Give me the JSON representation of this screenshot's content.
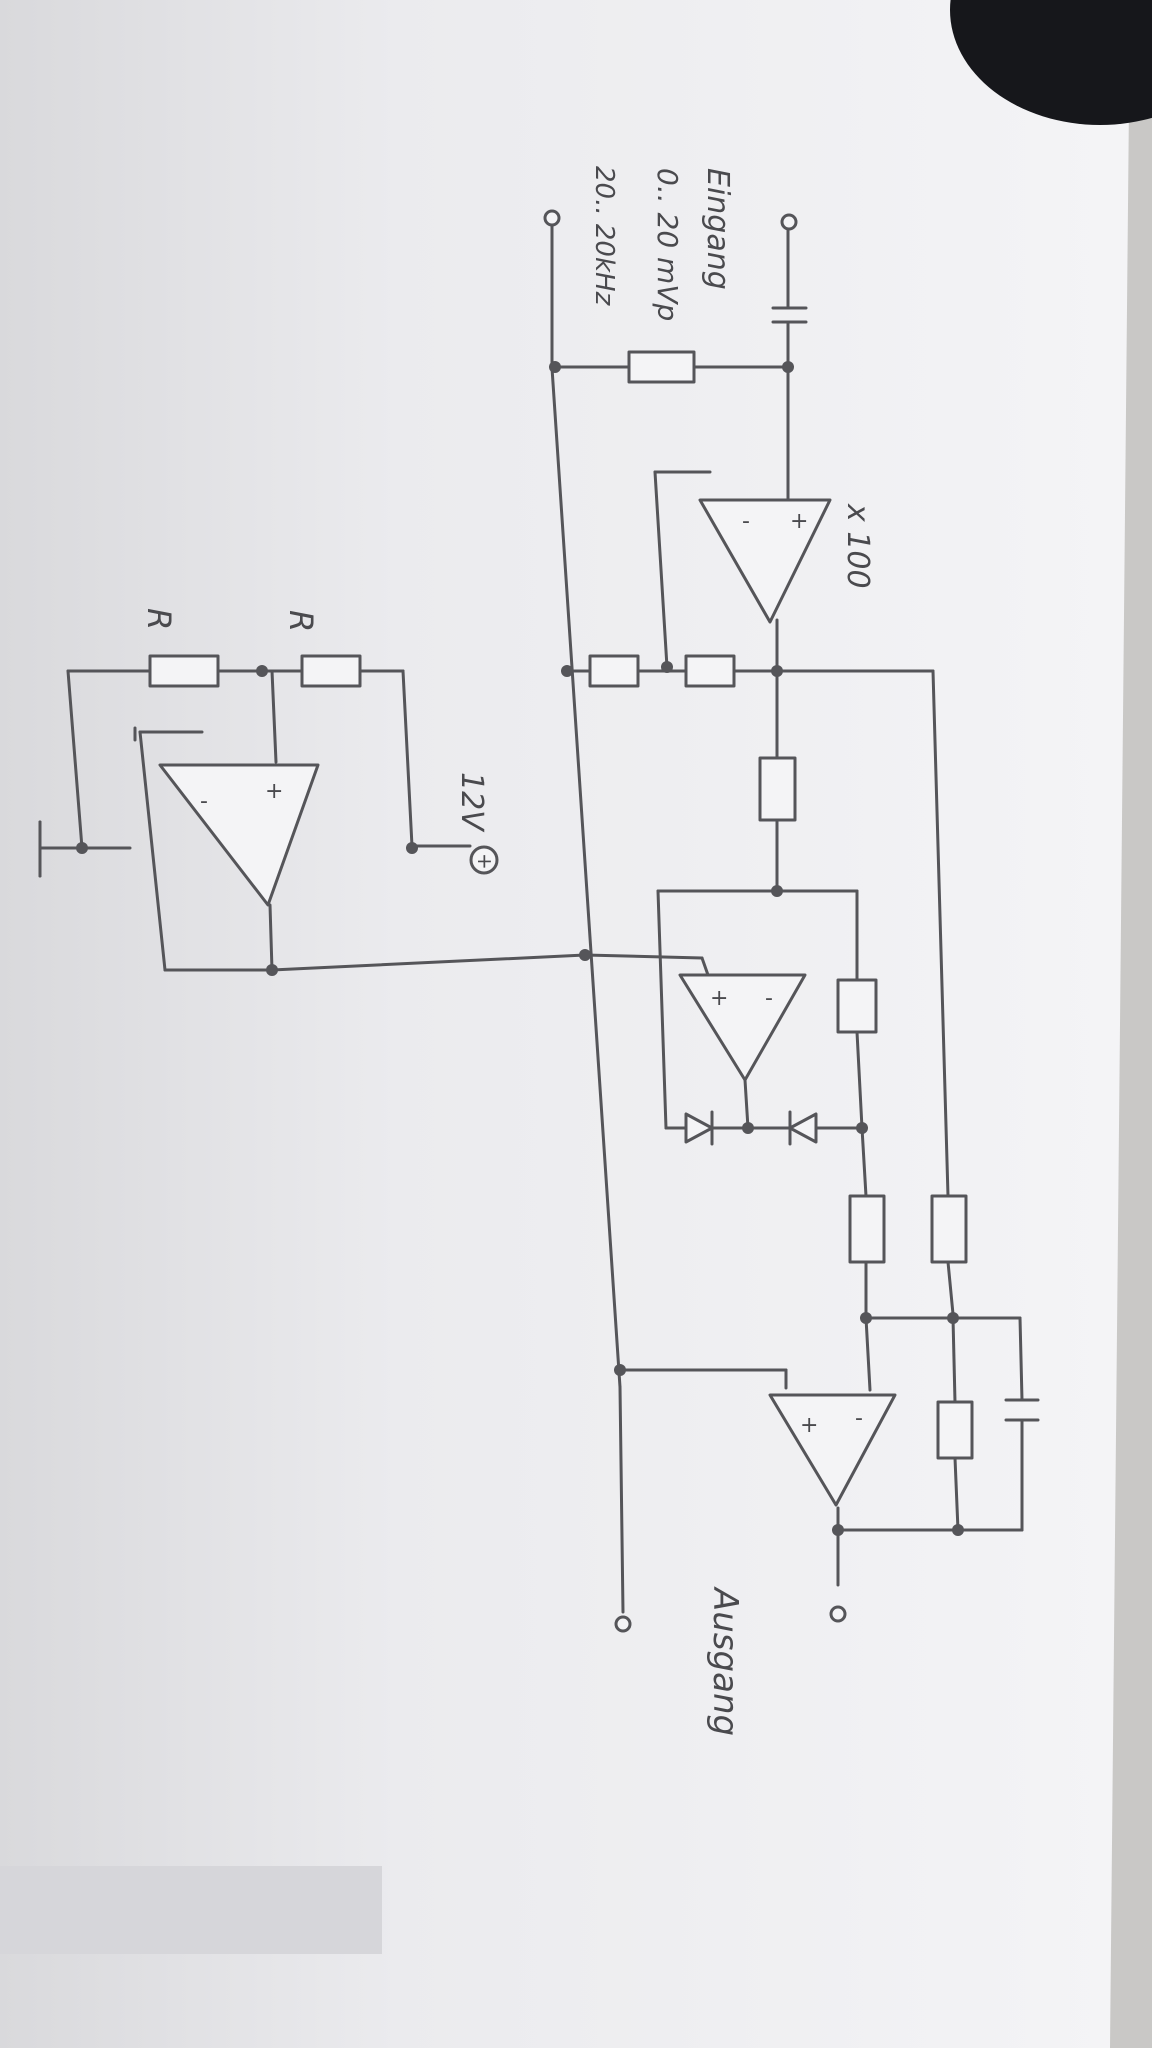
{
  "labels": {
    "input_title": "Eingang",
    "input_amplitude": "0.. 20 mVp",
    "input_frequency": "20.. 20kHz",
    "gain": "x 100",
    "supply": "12V",
    "supply_polarity": "+",
    "output": "Ausgang",
    "resistor_upper": "R",
    "resistor_lower": "R"
  },
  "opamps": {
    "plus": "+",
    "minus": "-"
  },
  "colors": {
    "ink": "#555559",
    "paper": "#f4f4f6",
    "background": "#c9c8c6"
  }
}
